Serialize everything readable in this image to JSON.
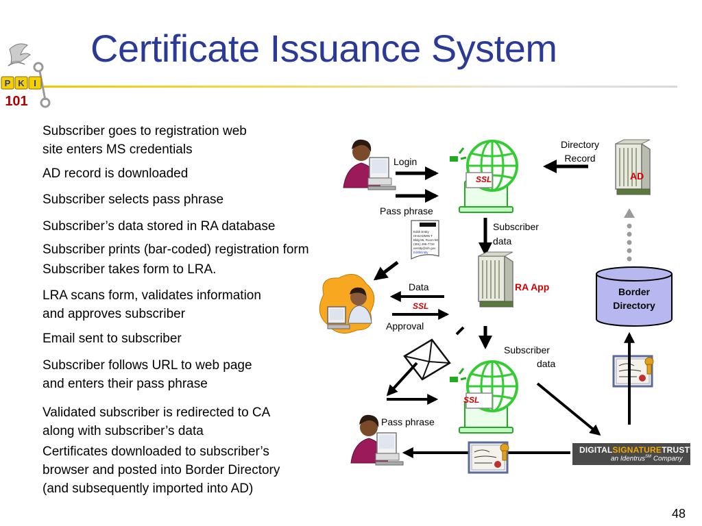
{
  "slide": {
    "title": "Certificate Issuance System",
    "page_number": "48"
  },
  "logo": {
    "letters": [
      "P",
      "K",
      "I"
    ],
    "number": "101",
    "icon": "hhs-eagle-key-logo-icon"
  },
  "steps": [
    "Subscriber goes to registration web",
    "site enters MS credentials",
    "AD record is downloaded",
    "Subscriber selects pass phrase",
    "Subscriber’s data stored in RA database",
    "Subscriber prints (bar-coded) registration form",
    "Subscriber takes form to LRA.",
    "LRA scans form, validates information",
    "and approves subscriber",
    "Email sent to subscriber",
    "Subscriber follows URL to web page",
    "and enters their pass phrase",
    "Validated subscriber is redirected to CA",
    "along with subscriber’s data",
    "Certificates downloaded to subscriber’s",
    "browser and posted into Border Directory",
    "(and subsequently imported into AD)"
  ],
  "diagram": {
    "login": "Login",
    "pass_phrase_1": "Pass phrase",
    "ssl": "SSL",
    "directory_record": [
      "Directory",
      "Record"
    ],
    "ad": "AD",
    "subscriber_data_1": [
      "Subscriber",
      "data"
    ],
    "form_lines": [
      "Edith Entity",
      "HHSADMIN T",
      "Bldg 86, Room 90",
      "(301) 496-7734",
      "eentity@nih.gov",
      "EdithEntity"
    ],
    "data": "Data",
    "approval": "Approval",
    "ra_app": "RA App",
    "border_directory": [
      "Border",
      "Directory"
    ],
    "subscriber_data_2": [
      "Subscriber",
      "data"
    ],
    "pass_phrase_2": "Pass phrase",
    "vendor": {
      "part1": "DIGITAL",
      "part2": "SIGNATURE",
      "part3": "TRUST",
      "tm": "SM",
      "sub": "an Identrus",
      "sub_tm": "SM",
      "sub_end": " Company"
    },
    "colors": {
      "globe": "#33cc33",
      "ssl_red": "#d40000",
      "border_directory_fill": "#b8b8f0",
      "title": "#2a3a96"
    }
  }
}
